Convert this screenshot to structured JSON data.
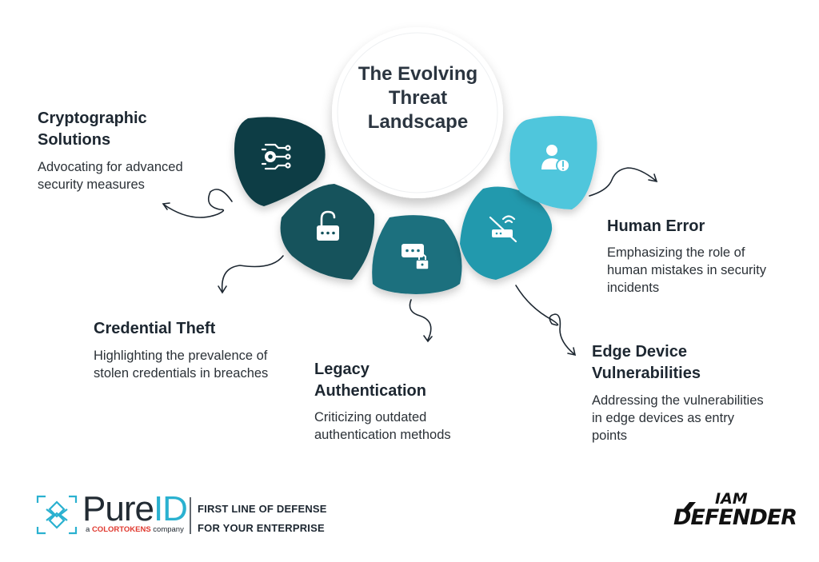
{
  "hub": {
    "title": "The Evolving Threat Landscape"
  },
  "items": [
    {
      "title": "Cryptographic Solutions",
      "desc": "Advocating for advanced security measures",
      "icon": "circuit-key-icon",
      "color": "#0e3d45"
    },
    {
      "title": "Credential Theft",
      "desc": "Highlighting the prevalence of stolen credentials in breaches",
      "icon": "unlocked-password-icon",
      "color": "#13525c"
    },
    {
      "title": "Legacy Authentication",
      "desc": "Criticizing outdated authentication methods",
      "icon": "password-lock-icon",
      "color": "#1b6f7e"
    },
    {
      "title": "Edge Device Vulnerabilities",
      "desc": "Addressing the vulnerabilities in edge devices as entry points",
      "icon": "router-off-icon",
      "color": "#2299ad"
    },
    {
      "title": "Human Error",
      "desc": "Emphasizing the role of human mistakes in security incidents",
      "icon": "user-alert-icon",
      "color": "#50c6dc"
    }
  ],
  "footer": {
    "brand_pure": "Pure",
    "brand_id": "ID",
    "brand_sub_prefix": "a",
    "brand_sub_company": "COLORTOKENS",
    "brand_sub_suffix": "company",
    "tagline_line1": "FIRST LINE OF DEFENSE",
    "tagline_line2": "FOR YOUR ENTERPRISE",
    "badge_top": "IAM",
    "badge_main": "DEFENDER"
  }
}
